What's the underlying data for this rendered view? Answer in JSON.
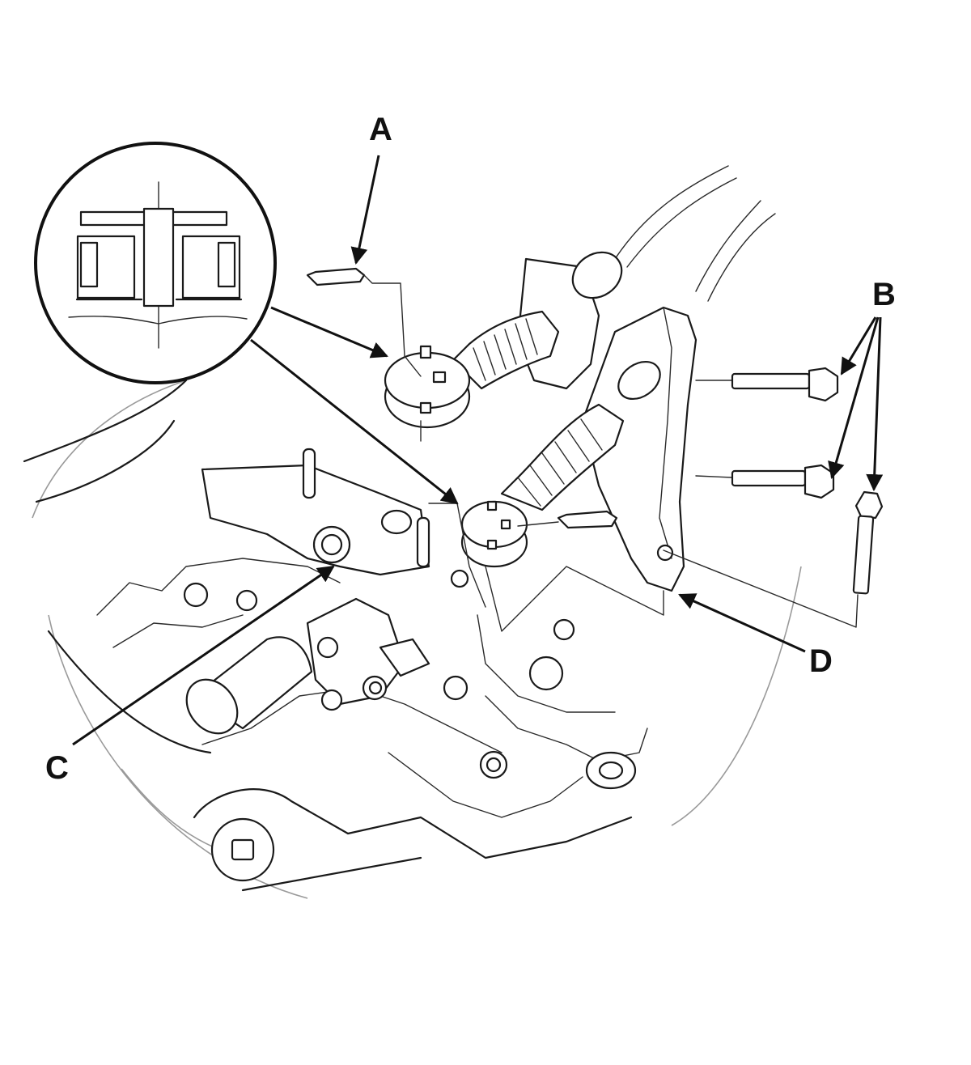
{
  "callouts": {
    "a": "A",
    "b": "B",
    "c": "C",
    "d": "D"
  },
  "colors": {
    "line": "#1a1a1a",
    "background": "#ffffff"
  }
}
